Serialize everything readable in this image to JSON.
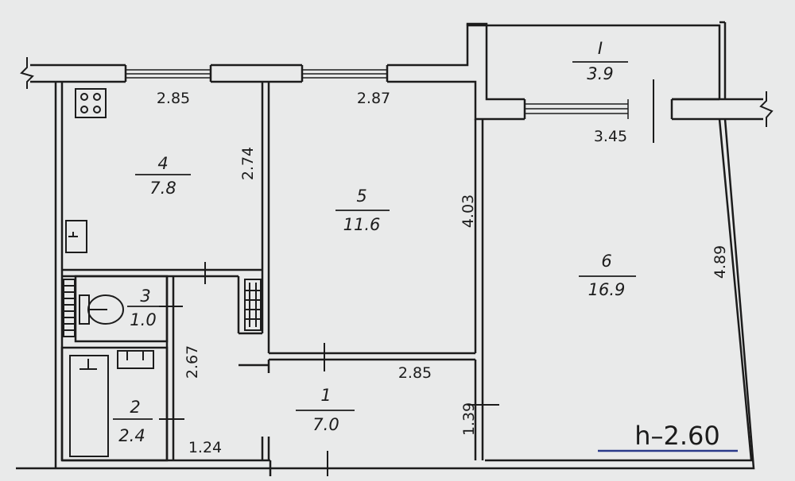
{
  "rooms": [
    {
      "id": "room-1-hall",
      "number": "1",
      "area": "7.0"
    },
    {
      "id": "room-2-bathroom",
      "number": "2",
      "area": "2.4"
    },
    {
      "id": "room-3-wc",
      "number": "3",
      "area": "1.0"
    },
    {
      "id": "room-4-kitchen",
      "number": "4",
      "area": "7.8"
    },
    {
      "id": "room-5-living",
      "number": "5",
      "area": "11.6"
    },
    {
      "id": "room-6-bedroom",
      "number": "6",
      "area": "16.9"
    },
    {
      "id": "room-1-balcony",
      "number": "I",
      "area": "3.9"
    }
  ],
  "dimensions": {
    "kitchen_width": "2.85",
    "living_width": "2.87",
    "bedroom_width": "3.45",
    "kitchen_depth": "2.74",
    "living_depth": "4.03",
    "bedroom_depth": "4.89",
    "hall_length": "2.85",
    "hall_width": "1.39",
    "corridor_length": "2.67",
    "bath_width": "1.24"
  },
  "ceiling_height": "h–2.60",
  "colors": {
    "line": "#1c1c1c",
    "paper": "#e9eaea",
    "underline": "#2b3a8a"
  }
}
